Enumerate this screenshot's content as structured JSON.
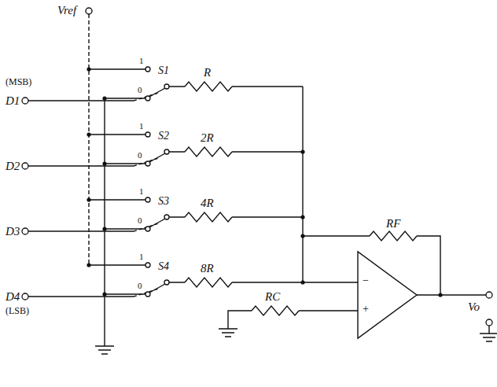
{
  "diagram": {
    "labels": [
      "Vref",
      "(MSB)",
      "D1",
      "1",
      "0",
      "S1",
      "R",
      "D2",
      "1",
      "0",
      "S2",
      "2R",
      "D3",
      "1",
      "0",
      "S3",
      "4R",
      "D4",
      "(LSB)",
      "1",
      "0",
      "S4",
      "8R",
      "RF",
      "−",
      "+",
      "RC",
      "Vo"
    ]
  }
}
